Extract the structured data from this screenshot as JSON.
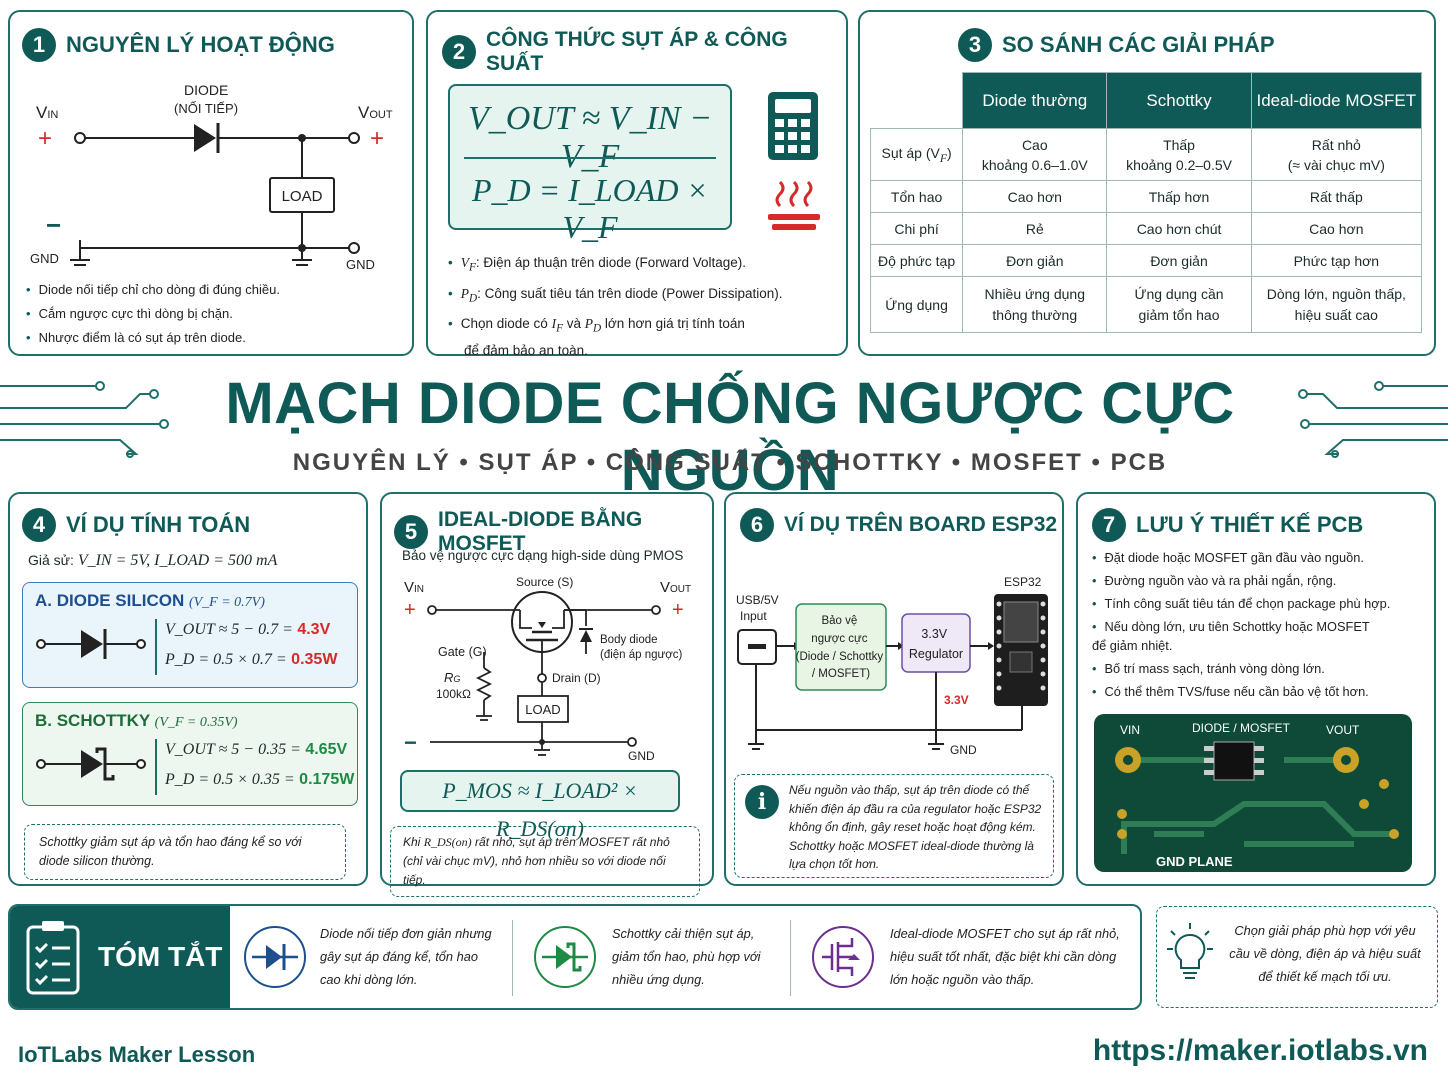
{
  "colors": {
    "teal": "#0f5a56",
    "red": "#d62a2a",
    "green": "#1f8a45",
    "mint": "#e6f4f0"
  },
  "title": "MẠCH DIODE CHỐNG NGƯỢC CỰC NGUỒN",
  "subtitle": "NGUYÊN LÝ • SỤT ÁP • CÔNG SUẤT • SCHOTTKY • MOSFET • PCB",
  "p1": {
    "num": "1",
    "title": "NGUYÊN LÝ HOẠT ĐỘNG",
    "diode_label": "DIODE",
    "diode_sub": "(NỐI TIẾP)",
    "vin": "V",
    "vin_sub": "IN",
    "vout": "V",
    "vout_sub": "OUT",
    "plus": "+",
    "minus": "−",
    "load": "LOAD",
    "gnd": "GND",
    "bullets": [
      "Diode nối tiếp chỉ cho dòng đi đúng chiều.",
      "Cắm ngược cực thì dòng bị chặn.",
      "Nhược điểm là có sụt áp trên diode."
    ]
  },
  "p2": {
    "num": "2",
    "title": "CÔNG THỨC SỤT ÁP & CÔNG SUẤT",
    "f1": "V_OUT ≈ V_IN − V_F",
    "f2": "P_D = I_LOAD × V_F",
    "b1_sym": "V",
    "b1_sub": "F",
    "b1": ": Điện áp thuận trên diode (Forward Voltage).",
    "b2_sym": "P",
    "b2_sub": "D",
    "b2": ": Công suất tiêu tán trên diode (Power Dissipation).",
    "b3a": "Chọn diode có",
    "b3b": "và",
    "b3c": "lớn hơn giá trị tính toán",
    "b3d": "để đảm bảo an toàn.",
    "icons": [
      "calculator-icon",
      "heat-icon"
    ]
  },
  "p3": {
    "num": "3",
    "title": "SO SÁNH CÁC GIẢI PHÁP",
    "headers": [
      "Diode thường",
      "Schottky",
      "Ideal-diode MOSFET"
    ],
    "rows": [
      {
        "label": "Sụt áp (V",
        "label_sub": "F",
        "label_end": ")",
        "cells": [
          "Cao\nkhoảng 0.6–1.0V",
          "Thấp\nkhoảng 0.2–0.5V",
          "Rất nhỏ\n(≈ vài chục mV)"
        ]
      },
      {
        "label": "Tổn hao",
        "cells": [
          "Cao hơn",
          "Thấp hơn",
          "Rất thấp"
        ]
      },
      {
        "label": "Chi phí",
        "cells": [
          "Rẻ",
          "Cao hơn chút",
          "Cao hơn"
        ]
      },
      {
        "label": "Độ phức tạp",
        "cells": [
          "Đơn giản",
          "Đơn giản",
          "Phức tạp hơn"
        ]
      },
      {
        "label": "Ứng dụng",
        "cells": [
          "Nhiều ứng dụng\nthông thường",
          "Ứng dụng cần\ngiảm tổn hao",
          "Dòng lớn, nguồn thấp,\nhiệu suất cao"
        ]
      }
    ]
  },
  "p4": {
    "num": "4",
    "title": "VÍ DỤ TÍNH TOÁN",
    "assume": "Giả sử:",
    "assume_eq": "V_IN = 5V,  I_LOAD = 500 mA",
    "a_title": "A. DIODE SILICON",
    "a_vf": "(V_F = 0.7V)",
    "a_l1": "V_OUT ≈ 5 − 0.7 =",
    "a_r1": "4.3V",
    "a_l2": "P_D = 0.5 × 0.7 =",
    "a_r2": "0.35W",
    "b_title": "B. SCHOTTKY",
    "b_vf": "(V_F = 0.35V)",
    "b_l1": "V_OUT ≈ 5 − 0.35 =",
    "b_r1": "4.65V",
    "b_l2": "P_D = 0.5 × 0.35 =",
    "b_r2": "0.175W",
    "note": "Schottky giảm sụt áp và tổn hao đáng kể so với diode silicon thường."
  },
  "p5": {
    "num": "5",
    "title": "IDEAL-DIODE BẰNG MOSFET",
    "desc": "Bảo vệ ngược cực dạng high-side dùng PMOS",
    "source": "Source (S)",
    "gate": "Gate (G)",
    "drain": "Drain (D)",
    "body": "Body diode",
    "body_sub": "(điện áp ngược)",
    "rg": "R",
    "rg_sub": "G",
    "rg_val": "100kΩ",
    "load": "LOAD",
    "gnd": "GND",
    "vin": "V",
    "vin_sub": "IN",
    "vout": "V",
    "vout_sub": "OUT",
    "plus": "+",
    "minus": "−",
    "formula": "P_MOS ≈ I_LOAD² × R_DS(on)",
    "note_a": "Khi",
    "note_sym": "R_DS(on)",
    "note_b": "rất nhỏ, sụt áp trên MOSFET rất nhỏ",
    "note_c": "(chỉ vài chục mV), nhỏ hơn nhiều so với diode nối tiếp."
  },
  "p6": {
    "num": "6",
    "title": "VÍ DỤ TRÊN BOARD ESP32",
    "usb": "USB/5V",
    "usb2": "Input",
    "prot": [
      "Bảo vệ",
      "ngược cực",
      "(Diode / Schottky",
      "/ MOSFET)"
    ],
    "reg": [
      "3.3V",
      "Regulator"
    ],
    "esp": "ESP32",
    "v33": "3.3V",
    "gnd": "GND",
    "info_icon": "i",
    "note": "Nếu nguồn vào thấp, sụt áp trên diode có thể khiến điện áp đầu ra của regulator hoặc ESP32 không ổn định, gây reset hoặc hoạt động kém. Schottky hoặc MOSFET ideal-diode thường là lựa chọn tốt hơn."
  },
  "p7": {
    "num": "7",
    "title": "LƯU Ý THIẾT KẾ PCB",
    "bullets": [
      "Đặt diode hoặc MOSFET gần đầu vào nguồn.",
      "Đường nguồn vào và ra phải ngắn, rộng.",
      "Tính công suất tiêu tán để chọn package phù hợp.",
      "Nếu dòng lớn, ưu tiên Schottky hoặc MOSFET\nđể giảm nhiệt.",
      "Bố trí mass sạch, tránh vòng dòng lớn.",
      "Có thể thêm TVS/fuse nếu cần bảo vệ tốt hơn."
    ],
    "pcb_vin": "VIN",
    "pcb_mid": "DIODE / MOSFET",
    "pcb_vout": "VOUT",
    "pcb_gnd": "GND PLANE"
  },
  "summary": {
    "title": "TÓM TẮT",
    "items": [
      "Diode nối tiếp đơn giản nhưng gây sụt áp đáng kể, tổn hao cao khi dòng lớn.",
      "Schottky cải thiện sụt áp, giảm tổn hao, phù hợp với nhiều ứng dụng.",
      "Ideal-diode MOSFET cho sụt áp rất nhỏ, hiệu suất tốt nhất, đặc biệt khi cần dòng lớn hoặc nguồn vào thấp."
    ],
    "tip": "Chọn giải pháp phù hợp với yêu cầu về dòng, điện áp và hiệu suất để thiết kế mạch tối ưu."
  },
  "footer": {
    "left": "IoTLabs Maker Lesson",
    "right": "https://maker.iotlabs.vn"
  }
}
